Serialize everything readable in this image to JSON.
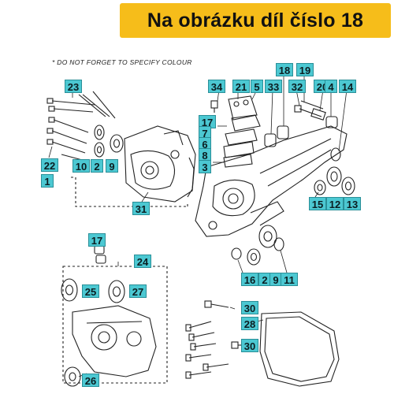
{
  "banner": {
    "text": "Na obrázku díl číslo 18",
    "color": "#f6bd1a"
  },
  "note": "* DO NOT FORGET TO SPECIFY COLOUR",
  "label_color": "#4cc8d2",
  "parts": {
    "p23": "23",
    "p22": "22",
    "p10": "10",
    "p2a": "2",
    "p9a": "9",
    "p1": "1",
    "p34": "34",
    "p21": "21",
    "p5": "5",
    "p33": "33",
    "p18": "18",
    "p19": "19",
    "p32": "32",
    "p20": "20",
    "p4": "4",
    "p14": "14",
    "p17a": "17",
    "p7": "7",
    "p6": "6",
    "p8": "8",
    "p3": "3",
    "p31": "31",
    "p15": "15",
    "p12": "12",
    "p13": "13",
    "p17b": "17",
    "p16": "16",
    "p2b": "2",
    "p9b": "9",
    "p11": "11",
    "p24": "24",
    "p25": "25",
    "p27": "27",
    "p26": "26",
    "p30a": "30",
    "p28": "28",
    "p30b": "30"
  }
}
